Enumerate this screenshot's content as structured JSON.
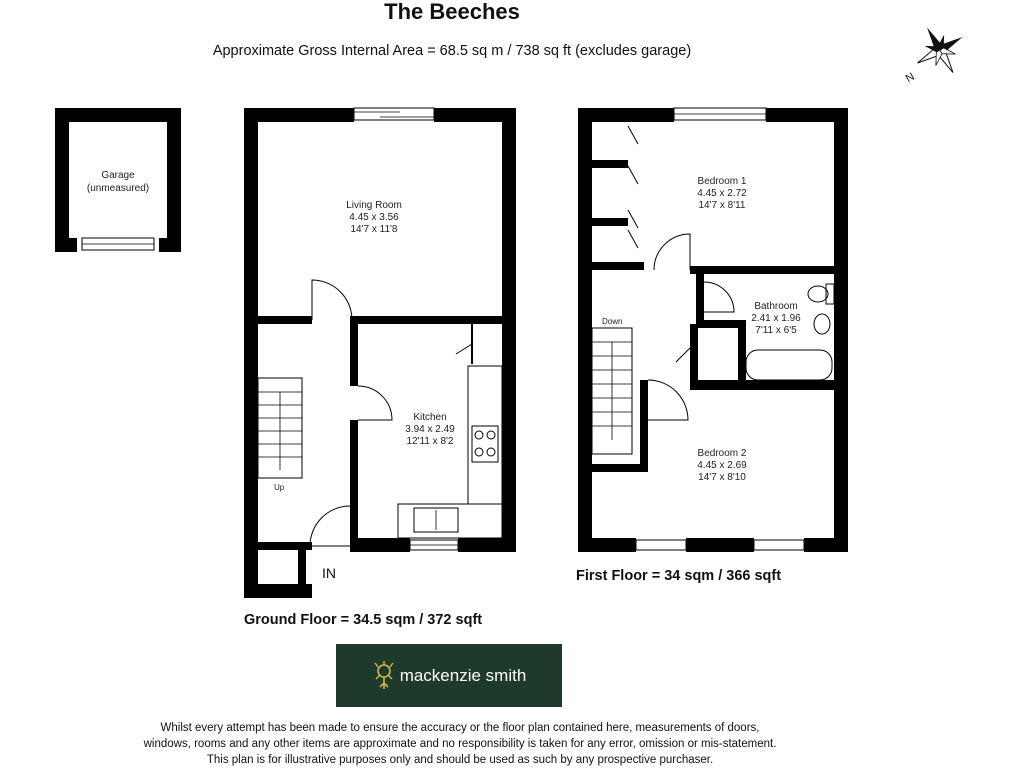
{
  "title": "The Beeches",
  "subtitle": "Approximate Gross Internal Area = 68.5 sq m / 738 sq ft (excludes garage)",
  "garage": {
    "name": "Garage",
    "note": "(unmeasured)"
  },
  "ground_floor": {
    "label": "Ground Floor = 34.5 sqm / 372 sqft",
    "living_room": {
      "name": "Living Room",
      "metric": "4.45 x 3.56",
      "imperial": "14'7 x 11'8"
    },
    "kitchen": {
      "name": "Kitchen",
      "metric": "3.94 x 2.49",
      "imperial": "12'11 x 8'2"
    },
    "stairs_label": "Up",
    "entrance_label": "IN"
  },
  "first_floor": {
    "label": "First Floor = 34 sqm / 366 sqft",
    "bedroom1": {
      "name": "Bedroom 1",
      "metric": "4.45 x 2.72",
      "imperial": "14'7 x 8'11"
    },
    "bathroom": {
      "name": "Bathroom",
      "metric": "2.41 x 1.96",
      "imperial": "7'11 x 6'5"
    },
    "bedroom2": {
      "name": "Bedroom 2",
      "metric": "4.45 x 2.69",
      "imperial": "14'7 x 8'10"
    },
    "stairs_label": "Down"
  },
  "compass": {
    "label": "N",
    "icon": "compass-rose-icon"
  },
  "logo": {
    "text": "mackenzie smith",
    "icon": "thistle-icon",
    "background": "#1e3a2c"
  },
  "disclaimer": {
    "line1": "Whilst every attempt has been made to ensure the accuracy or the floor plan contained here, measurements of doors,",
    "line2": "windows, rooms and any other items are approximate and no responsibility is taken for any error, omission or mis-statement.",
    "line3": "This plan is for illustrative purposes only and should be used as such by any prospective purchaser."
  },
  "colors": {
    "wall": "#000000",
    "logo_bg": "#1e3a2c"
  }
}
